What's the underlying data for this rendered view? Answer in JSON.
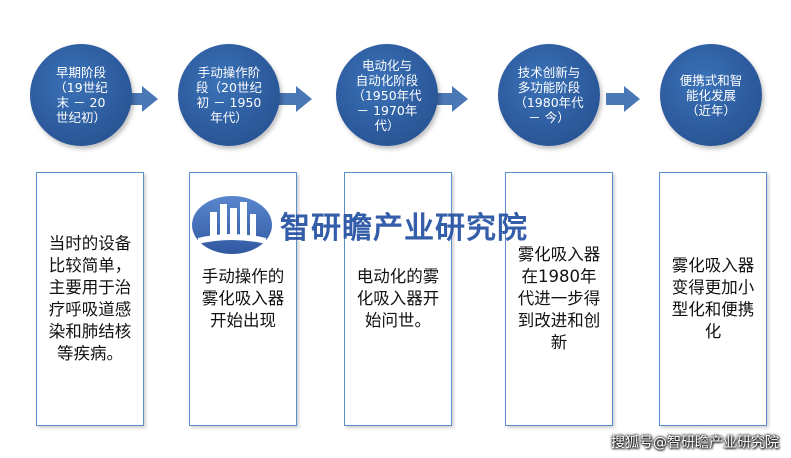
{
  "stages": [
    {
      "label": "早期阶段\n（19世纪\n末 － 20\n世纪初）",
      "description": "当时的设备\n比较简单，\n主要用于治\n疗呼吸道感\n染和肺结核\n等疾病。"
    },
    {
      "label": "手动操作阶\n段（20世纪\n初 － 1950\n年代）",
      "description": "手动操作的\n雾化吸入器\n开始出现"
    },
    {
      "label": "电动化与\n自动化阶段\n（1950年代\n－ 1970年\n代）",
      "description": "电动化的雾\n化吸入器开\n始问世。"
    },
    {
      "label": "技术创新与\n多功能阶段\n（1980年代\n－ 今）",
      "description": "雾化吸入器\n在1980年\n代进一步得\n到改进和创\n新"
    },
    {
      "label": "便携式和智\n能化发展\n（近年）",
      "description": "雾化吸入器\n变得更加小\n型化和便携\n化"
    }
  ],
  "watermark": {
    "text": "智研瞻产业研究院"
  },
  "source_credit": "搜狐号@智研瞻产业研究院",
  "colors": {
    "circle": "#2c5a9c",
    "arrow": "#4a77b6",
    "box_border": "#5b8fc9",
    "watermark": "#2a55a6"
  }
}
